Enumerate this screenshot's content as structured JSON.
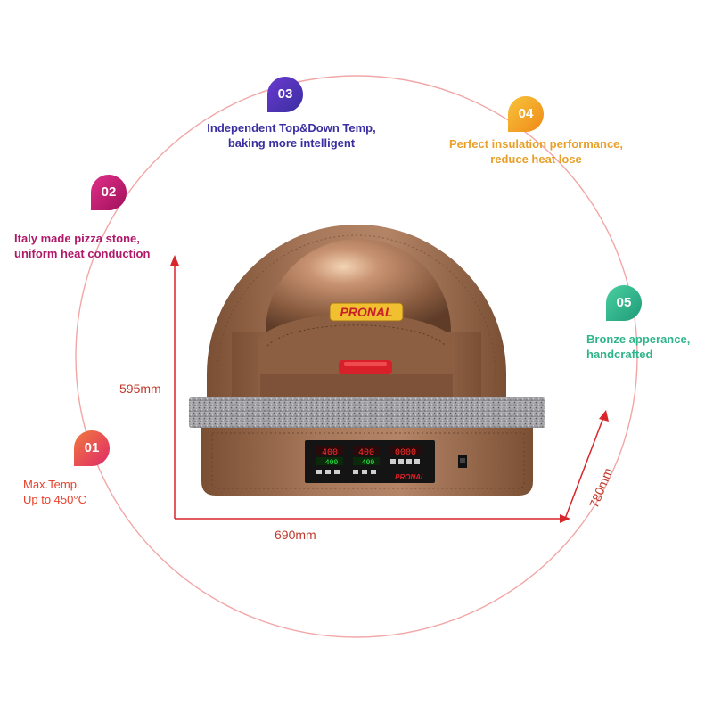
{
  "features": [
    {
      "id": "01",
      "num": "01",
      "lines": [
        "Max.Temp.",
        "Up to 450°C"
      ],
      "color": "#e8402a",
      "grad": [
        "#f07a3c",
        "#e02a6a"
      ]
    },
    {
      "id": "02",
      "num": "02",
      "lines": [
        "Italy made pizza stone,",
        "uniform heat conduction"
      ],
      "color": "#b0186a",
      "grad": [
        "#e0308a",
        "#a0105a"
      ]
    },
    {
      "id": "03",
      "num": "03",
      "lines": [
        "Independent Top&Down Temp,",
        "baking more intelligent"
      ],
      "color": "#3a2ea0",
      "grad": [
        "#6a3ad0",
        "#3a2ea0"
      ]
    },
    {
      "id": "04",
      "num": "04",
      "lines": [
        "Perfect insulation performance,",
        "reduce heat lose"
      ],
      "color": "#e9a02a",
      "grad": [
        "#f7c43a",
        "#ef8a1a"
      ]
    },
    {
      "id": "05",
      "num": "05",
      "lines": [
        "Bronze apperance,",
        "handcrafted"
      ],
      "color": "#2fb58a",
      "grad": [
        "#4ad0a0",
        "#1f9a78"
      ]
    }
  ],
  "dimensions": {
    "height": "595mm",
    "width": "690mm",
    "depth": "780mm"
  },
  "product": {
    "brand": "PRONAL",
    "panel_brand": "PRONAL",
    "display_top_left": "400",
    "display_top_right": "400",
    "display_timer": "0000",
    "display_bottom_left": "400",
    "display_bottom_right": "400"
  },
  "colors": {
    "circle": "#f2a6a6",
    "arrow": "#d8262a",
    "bronze": "#9a6a4a"
  }
}
